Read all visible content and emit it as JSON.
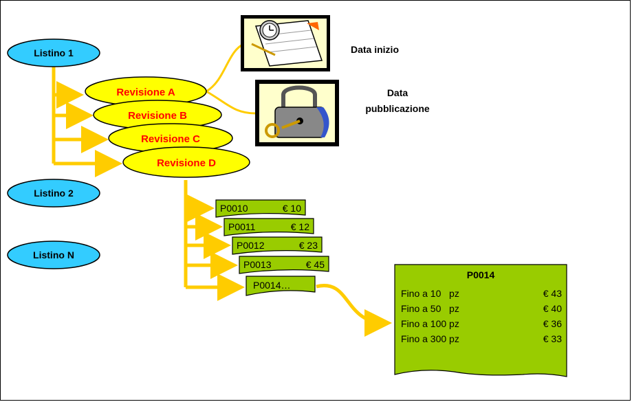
{
  "listini": [
    {
      "label": "Listino 1"
    },
    {
      "label": "Listino 2"
    },
    {
      "label": "Listino N"
    }
  ],
  "revisioni": [
    {
      "label": "Revisione A"
    },
    {
      "label": "Revisione B"
    },
    {
      "label": "Revisione C"
    },
    {
      "label": "Revisione D"
    }
  ],
  "dates": {
    "start_label": "Data inizio",
    "pub_label_1": "Data",
    "pub_label_2": "pubblicazione"
  },
  "products": [
    {
      "code": "P0010",
      "price": "€ 10"
    },
    {
      "code": "P0011",
      "price": "€ 12"
    },
    {
      "code": "P0012",
      "price": "€ 23"
    },
    {
      "code": "P0013",
      "price": "€ 45"
    },
    {
      "code": "P0014…",
      "price": ""
    }
  ],
  "detail": {
    "title": "P0014",
    "rows": [
      {
        "qty": "Fino a 10   pz",
        "price": "€ 43"
      },
      {
        "qty": "Fino a 50   pz",
        "price": "€ 40"
      },
      {
        "qty": "Fino a 100 pz",
        "price": "€ 36"
      },
      {
        "qty": "Fino a 300 pz",
        "price": "€ 33"
      }
    ]
  },
  "colors": {
    "listino_fill": "#33ccff",
    "revision_fill": "#ffff00",
    "revision_text": "#ff0000",
    "connector": "#ffcc00",
    "product_fill": "#99cc00",
    "detail_fill": "#99cc00"
  },
  "icons": [
    "notebook-clock-icon",
    "padlock-key-icon"
  ]
}
